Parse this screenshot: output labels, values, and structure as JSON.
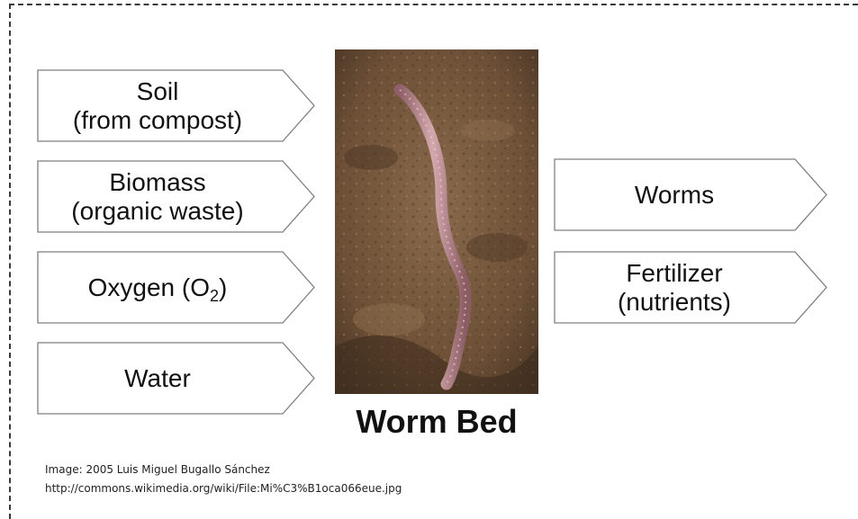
{
  "inputs": [
    {
      "lines": [
        "Soil",
        "(from compost)"
      ]
    },
    {
      "lines": [
        "Biomass",
        "(organic waste)"
      ]
    },
    {
      "lines": [
        "Oxygen (O"
      ],
      "subscript": "2",
      "suffix": ")"
    },
    {
      "lines": [
        "Water"
      ]
    }
  ],
  "outputs": [
    {
      "lines": [
        "Worms"
      ]
    },
    {
      "lines": [
        "Fertilizer",
        "(nutrients)"
      ]
    }
  ],
  "center": {
    "photo_subject": "earthworm-on-soil-photo",
    "title": "Worm Bed"
  },
  "credit": {
    "line1": "Image: 2005 Luis Miguel Bugallo Sánchez",
    "line2": "http://commons.wikimedia.org/wiki/File:Mi%C3%B1oca066eue.jpg"
  },
  "colors": {
    "border": "#3a3a3a",
    "arrow_stroke": "#7f7f7f",
    "soil": "#7a5a3e",
    "worm": "#b98a8e"
  }
}
